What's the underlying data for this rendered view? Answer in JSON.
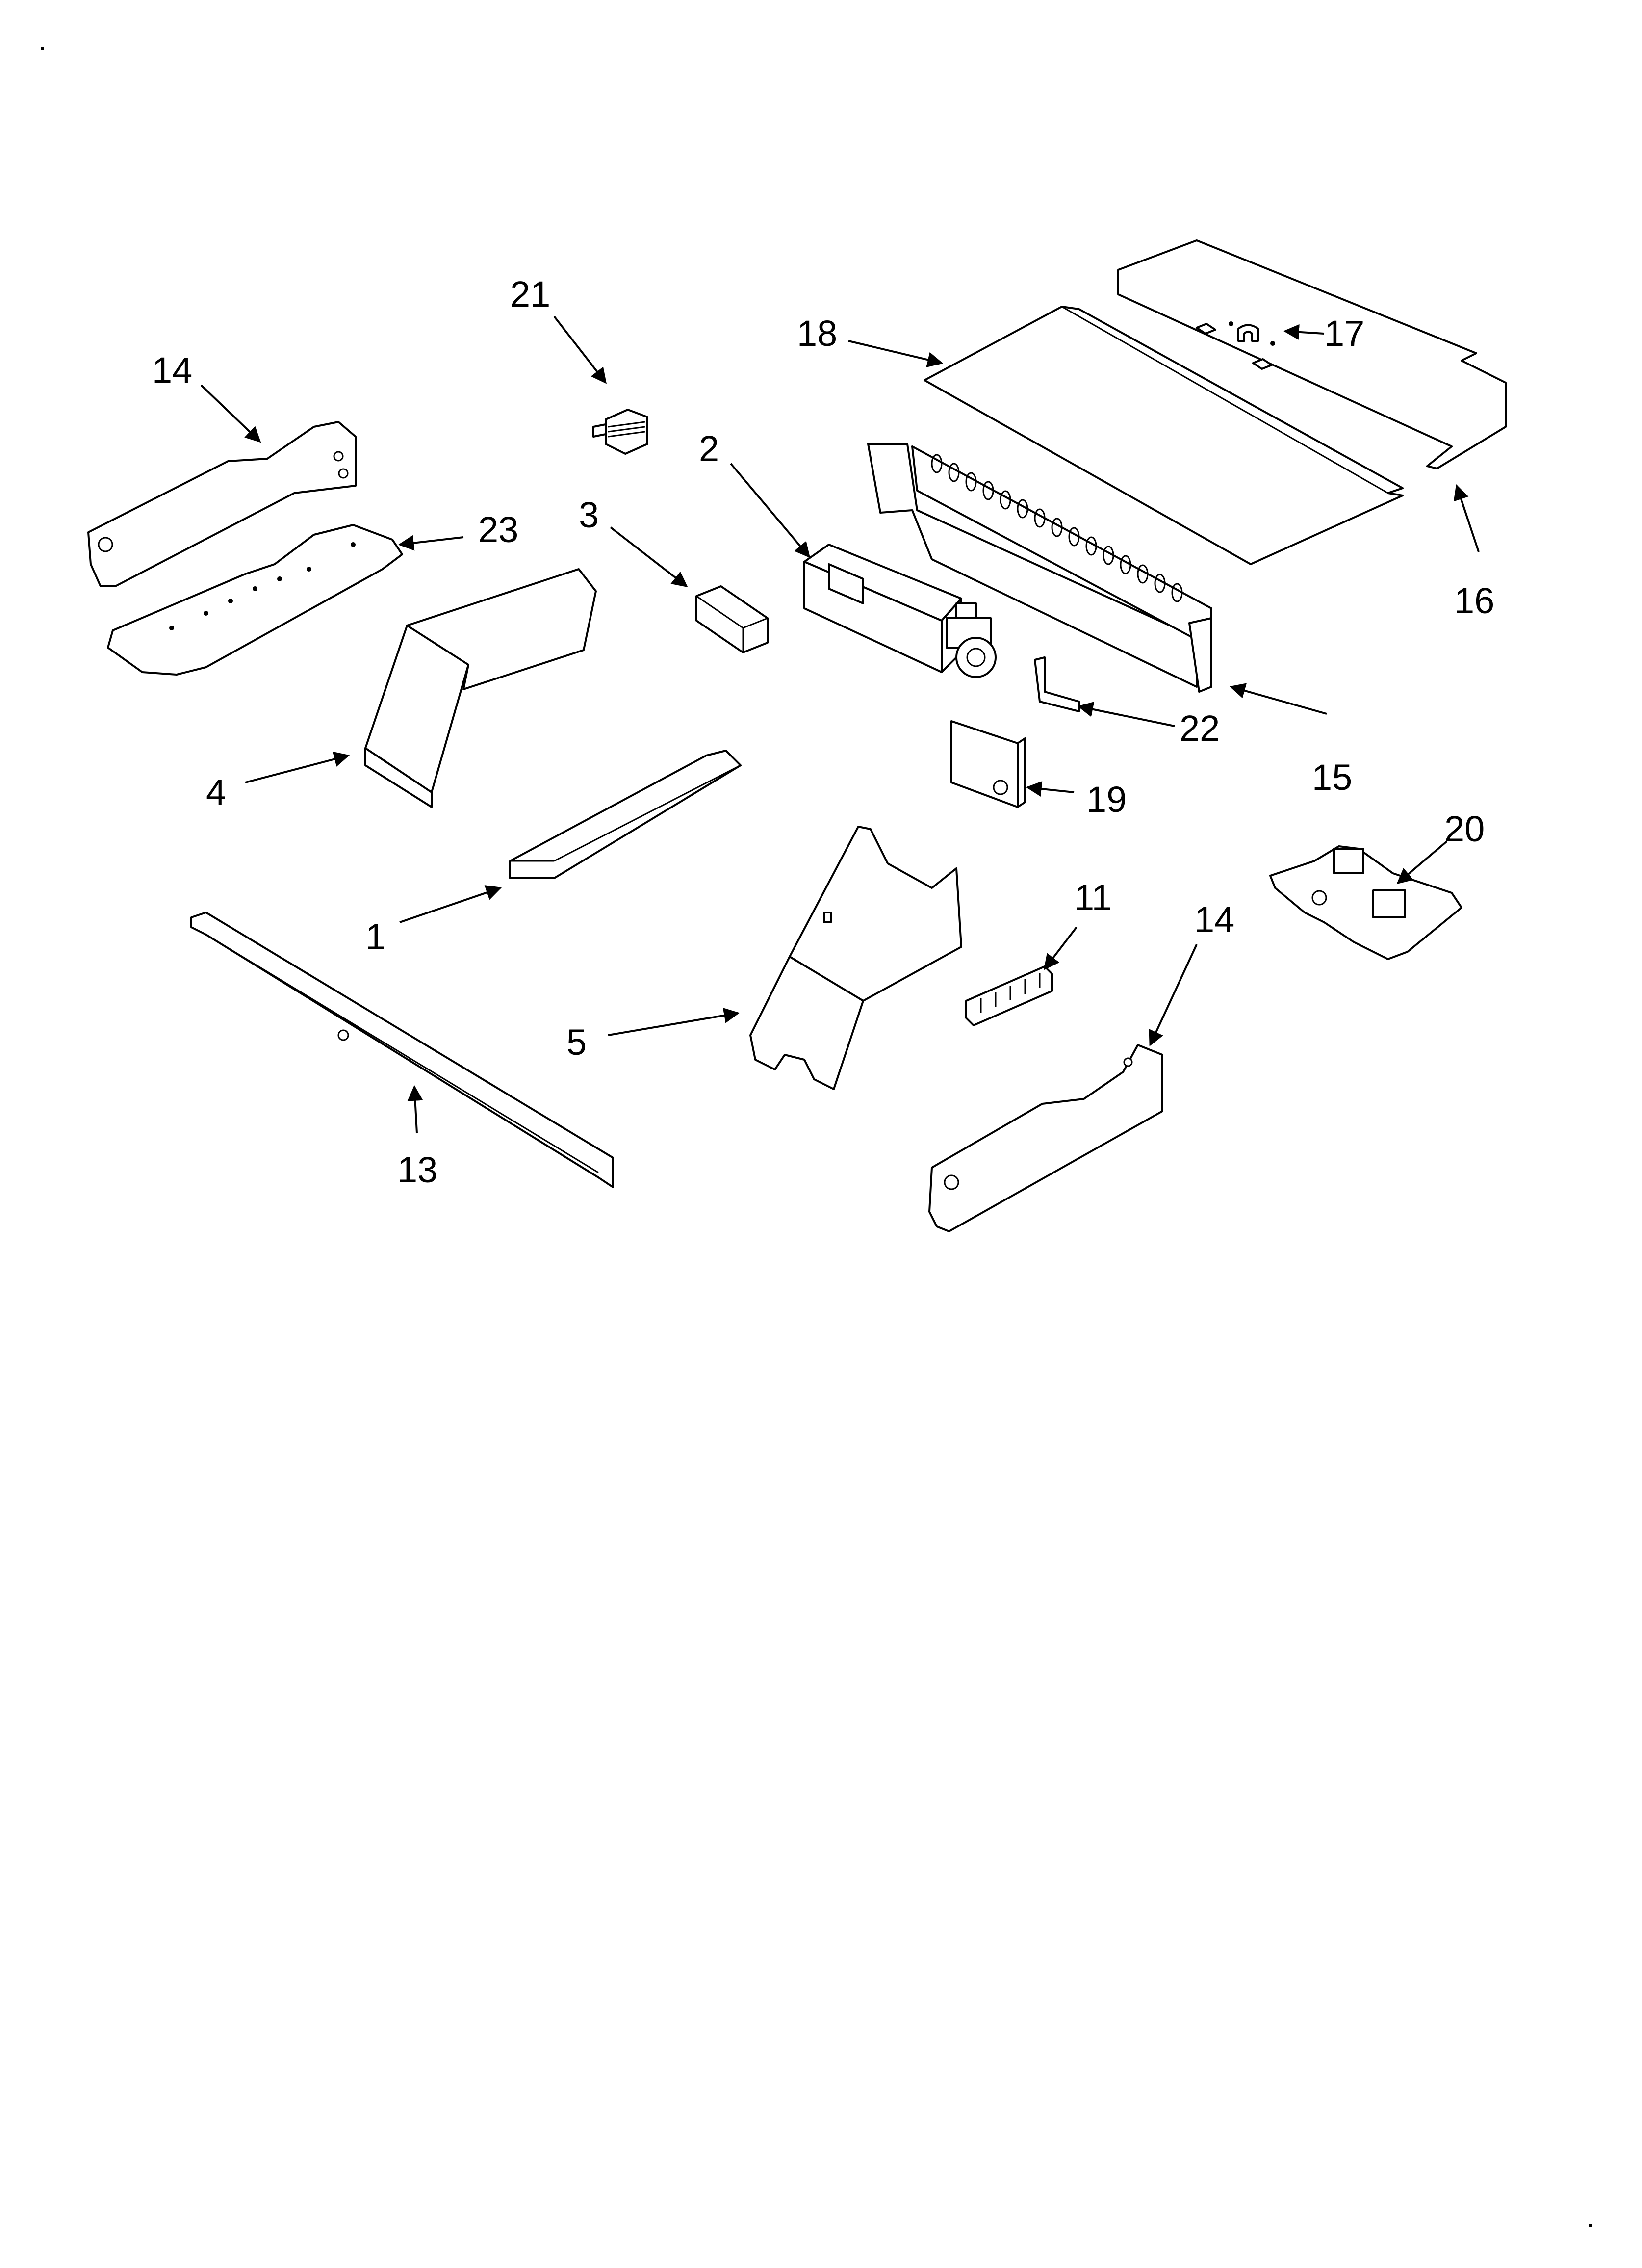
{
  "callouts": {
    "c1": "1",
    "c2": "2",
    "c3": "3",
    "c4": "4",
    "c5": "5",
    "c11": "11",
    "c13": "13",
    "c14a": "14",
    "c14b": "14",
    "c15": "15",
    "c16": "16",
    "c17": "17",
    "c18": "18",
    "c19": "19",
    "c20": "20",
    "c21": "21",
    "c22": "22",
    "c23": "23"
  }
}
